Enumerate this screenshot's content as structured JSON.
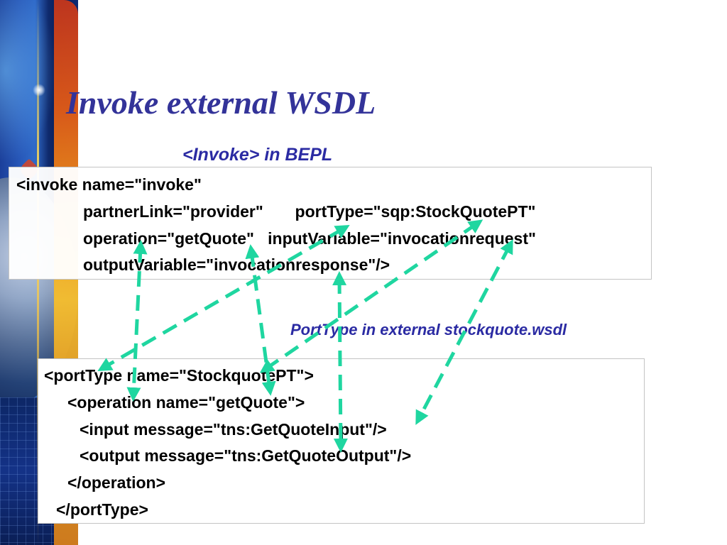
{
  "slide": {
    "title": "Invoke external WSDL",
    "subtitle": "<Invoke> in BEPL",
    "caption": "PortType in external stockquote.wsdl"
  },
  "bepl_code": {
    "lines": [
      "<invoke name=\"invoke\"",
      "partnerLink=\"provider\"       portType=\"sqp:StockQuotePT\"",
      "operation=\"getQuote\"   inputVariable=\"invocationrequest\"",
      "outputVariable=\"invocationresponse\"/>"
    ]
  },
  "wsdl_code": {
    "lines": [
      "<portType name=\"StockquotePT\">",
      "<operation name=\"getQuote\">",
      "<input message=\"tns:GetQuoteInput\"/>",
      "<output message=\"tns:GetQuoteOutput\"/>",
      "</operation>",
      "</portType>"
    ]
  },
  "colors": {
    "title": "#333399",
    "accent_text": "#2b2ba3",
    "arrow": "#1fd6a0",
    "code": "#000000"
  },
  "icons": [
    "decorative-side-band"
  ]
}
